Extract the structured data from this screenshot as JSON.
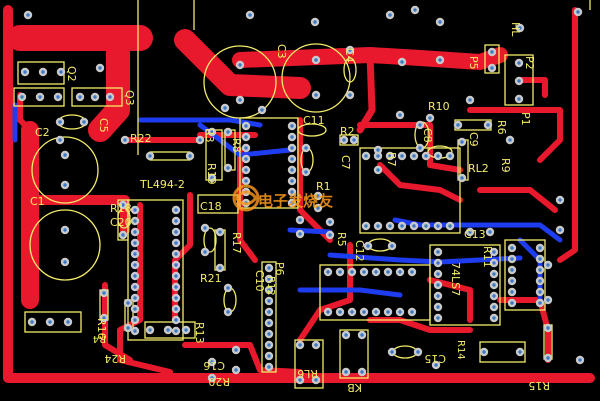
{
  "board": {
    "colors": {
      "background": "#000000",
      "top_copper": "#e8192c",
      "bottom_copper": "#1f3df0",
      "silkscreen": "#f3ec6a",
      "pad": "#c9c9c9",
      "pad_hole": "#3a78c9",
      "watermark": "#ff9c1a"
    },
    "labels": {
      "hl": "HL",
      "q2": "Q2",
      "q3": "Q3",
      "c2": "C2",
      "c5": "C5",
      "c1": "C1",
      "c3": "C3",
      "c4": "C4",
      "r22": "R22",
      "r3": "R3",
      "r19": "R19",
      "r8": "R8",
      "tl494": "TL494-2",
      "r18": "R18",
      "c20": "C20",
      "c18": "C18",
      "r17": "R17",
      "r21": "R21",
      "r24": "R24",
      "r16": "R16",
      "c16": "C16",
      "r20": "R20",
      "r13": "R13",
      "c10": "C10",
      "r12": "R12",
      "p6": "P6",
      "rl6": "RL6",
      "kb": "KB",
      "c11": "C11",
      "c7": "C7",
      "c8": "C8",
      "r5": "R5",
      "r1": "R1",
      "r2": "R2",
      "r7": "R7",
      "c12": "C12",
      "c9": "C9",
      "c13": "C13",
      "c15": "C15",
      "ls74": "74LS7",
      "r10": "R10",
      "r9": "R9",
      "r6": "R6",
      "r11": "R11",
      "r15": "R15",
      "r14": "R14",
      "r4": "R4",
      "p1": "P1",
      "p5": "P5",
      "p2": "P2",
      "rl2": "RL2"
    },
    "watermark_text": "电子发烧友"
  }
}
